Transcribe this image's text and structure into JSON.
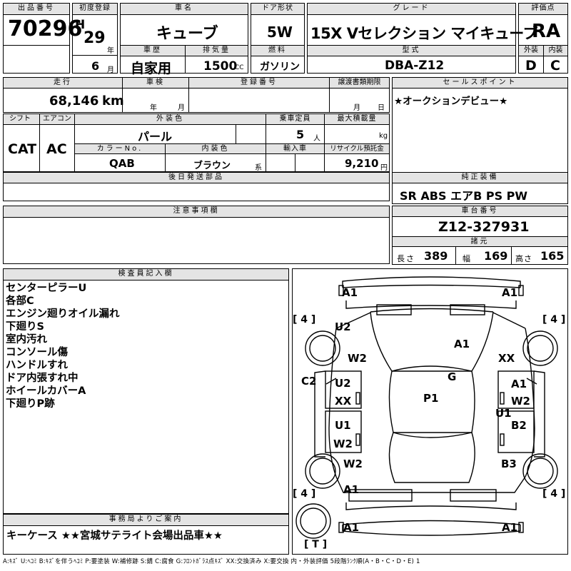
{
  "header": {
    "lot_label": "出品番号",
    "lot_no": "70296",
    "first_reg_label": "初度登録",
    "era": "H",
    "reg_year": "29",
    "year_unit": "年",
    "reg_month": "6",
    "month_unit": "月",
    "car_name_label": "車名",
    "car_name": "キューブ",
    "history_label": "車歴",
    "history": "自家用",
    "displacement_label": "排気量",
    "displacement": "1500",
    "displacement_unit": "CC",
    "door_label": "ドア形状",
    "doors": "5W",
    "fuel_label": "燃料",
    "fuel": "ガソリン",
    "grade_label": "グレード",
    "grade": "15X Vセレクション マイキューブ",
    "model_label": "型式",
    "model": "DBA-Z12",
    "score_label": "評価点",
    "score": "RA",
    "exterior_label": "外装",
    "exterior": "D",
    "interior_label": "内装",
    "interior": "C"
  },
  "row2": {
    "mileage_label": "走行",
    "mileage": "68,146",
    "mileage_unit": "km",
    "inspection_label": "車検",
    "insp_year_unit": "年",
    "insp_month_unit": "月",
    "regno_label": "登録番号",
    "transfer_label": "譲渡書類期限",
    "transfer_month_unit": "月",
    "transfer_day_unit": "日",
    "sales_label": "セールスポイント",
    "sales_text": "★オークションデビュー★"
  },
  "row3": {
    "shift_label": "シフト",
    "shift": "CAT",
    "aircon_label": "エアコン",
    "aircon": "AC",
    "ext_color_label": "外装色",
    "ext_color": "パール",
    "capacity_label": "乗車定員",
    "capacity": "5",
    "capacity_unit": "人",
    "max_load_label": "最大積載量",
    "max_load_unit": "kg",
    "color_no_label": "カラーNo.",
    "color_no": "QAB",
    "int_color_label": "内装色",
    "int_color": "ブラウン",
    "int_color_unit": "系",
    "import_label": "輸入車",
    "recycle_label": "リサイクル預託金",
    "recycle": "9,210",
    "recycle_unit": "円"
  },
  "later_parts_label": "後日発送部品",
  "equipment_label": "純正装備",
  "equipment": "SR ABS エアB PS PW",
  "caution_label": "注意事項欄",
  "chassis_label": "車台番号",
  "chassis": "Z12-327931",
  "dims_label": "諸元",
  "length_label": "長さ",
  "length": "389",
  "width_label": "幅",
  "width": "169",
  "height_label": "高さ",
  "height": "165",
  "inspector_label": "検査員記入欄",
  "inspector_notes": [
    "センターピラーU",
    "各部C",
    "エンジン廻りオイル漏れ",
    "下廻りS",
    "室内汚れ",
    "コンソール傷",
    "ハンドルすれ",
    "ドア内張すれ中",
    "ホイールカバーA",
    "下廻りP跡"
  ],
  "office_label": "事務局よりご案内",
  "office_note": "キーケース ★★宮城サテライト会場出品車★★",
  "diagram_marks": {
    "tl": "A1",
    "tr": "A1",
    "u2_left": "U2",
    "a1_roof": "A1",
    "w2_left": "W2",
    "xx_right": "XX",
    "c2": "C2",
    "g": "G",
    "u2_door": "U2",
    "a1_door": "A1",
    "xx_door": "XX",
    "w2_door_r": "W2",
    "p1": "P1",
    "u1_right": "U1",
    "u1_left": "U1",
    "b2": "B2",
    "w2_rear": "W2",
    "w2_lower": "W2",
    "b3": "B3",
    "a1_lower": "A1",
    "bl": "A1",
    "br": "A1",
    "tire_tl": "[ 4 ]",
    "tire_tr": "[ 4 ]",
    "tire_bl": "[ 4 ]",
    "tire_br": "[ 4 ]",
    "spare": "[ T ]"
  },
  "legend": "A:ｷｽﾞ U:ﾍｺﾐ B:ｷｽﾞを伴うﾍｺﾐ P:要塗装 W:補修跡 S:錆 C:腐食 G:ﾌﾛﾝﾄｶﾞﾗｽ点ｷｽﾞ XX:交換済み X:要交換 内・外装評価 5段階ﾗﾝｸ順(A・B・C・D・E) 1"
}
